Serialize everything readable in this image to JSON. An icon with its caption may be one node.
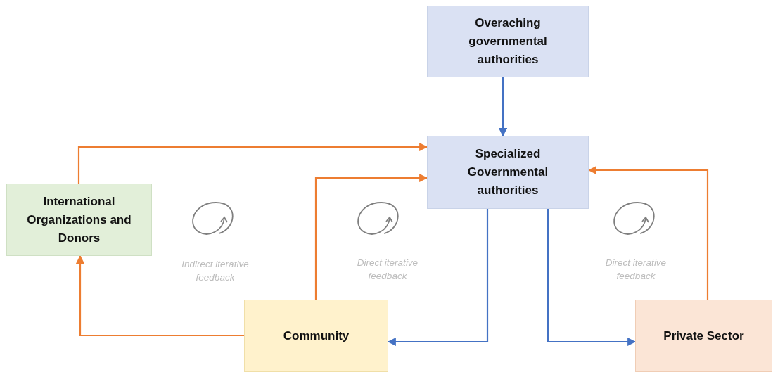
{
  "diagram": {
    "nodes": [
      {
        "text": [
          "Overaching governmental authorities"
        ]
      },
      {
        "text": [
          "Specialized Governmental authorities"
        ]
      },
      {
        "text": [
          "International Organizations and Donors"
        ]
      },
      {
        "text": [
          "Community"
        ]
      },
      {
        "text": [
          "Private Sector"
        ]
      }
    ],
    "edges": [
      {
        "from": 0,
        "to": 1,
        "arrow": "to",
        "color": "#4472c4"
      },
      {
        "from": 2,
        "to": 1,
        "arrow": "to"
      },
      {
        "from": 3,
        "to": 1,
        "arrow": "to"
      },
      {
        "from": 3,
        "to": 2,
        "arrow": "to"
      },
      {
        "from": 1,
        "to": 3,
        "arrow": "to",
        "color": "#4472c4"
      },
      {
        "from": 1,
        "to": 4,
        "arrow": "to",
        "color": "#4472c4"
      },
      {
        "from": 4,
        "to": 1,
        "arrow": "to"
      }
    ],
    "labels": [
      "Indirect iterative feedback",
      "Direct iterative feedback",
      "Direct iterative feedback"
    ]
  }
}
